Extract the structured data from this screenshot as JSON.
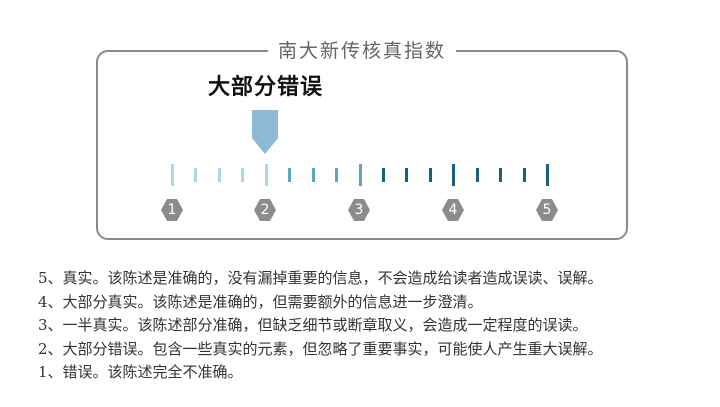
{
  "title": "南大新传核真指数",
  "rating_label": "大部分错误",
  "scale": {
    "selected_value": 2,
    "colors": {
      "tick_light": "#a9dbe6",
      "tick_mid": "#5aa8c0",
      "tick_dark": "#1d5f78",
      "pointer": "#8fb8d4",
      "badge": "#8c8c8c"
    },
    "badges": [
      "1",
      "2",
      "3",
      "4",
      "5"
    ]
  },
  "legend": [
    "5、真实。该陈述是准确的，没有漏掉重要的信息，不会造成给读者造成误读、误解。",
    "4、大部分真实。该陈述是准确的，但需要额外的信息进一步澄清。",
    "3、一半真实。该陈述部分准确，但缺乏细节或断章取义，会造成一定程度的误读。",
    "2、大部分错误。包含一些真实的元素，但忽略了重要事实，可能使人产生重大误解。",
    "1、错误。该陈述完全不准确。"
  ]
}
